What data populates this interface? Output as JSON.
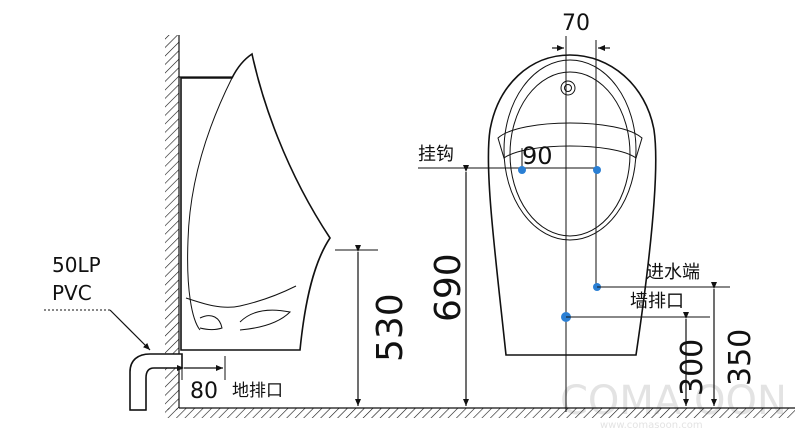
{
  "labels": {
    "outlet_spec_line1": "50LP",
    "outlet_spec_line2": "PVC",
    "floor_drain": "地排口",
    "hook": "挂钩",
    "water_inlet": "进水端",
    "wall_drain": "墙排口"
  },
  "dimensions": {
    "floor_drain_offset": "80",
    "side_height": "530",
    "hook_height": "690",
    "top_inlet_offset": "70",
    "hook_spacing": "90",
    "wall_drain_height": "300",
    "inlet_height": "350"
  },
  "watermark": {
    "text": "COMA  OON",
    "url": "www.comasoon.com"
  },
  "colors": {
    "line": "#111111",
    "marker": "#2a7fd4",
    "watermark": "#e3e3e3"
  }
}
